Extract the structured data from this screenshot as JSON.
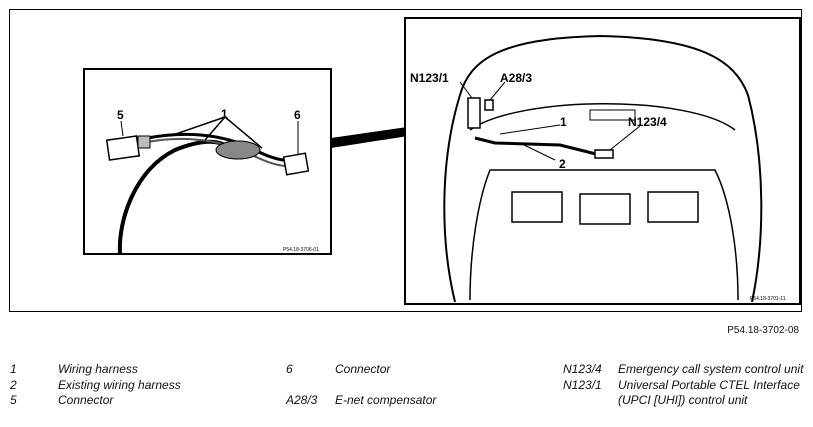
{
  "diagram": {
    "detail_labels": [
      "1",
      "5",
      "6"
    ],
    "detail_ref": "P54.18-3706-01",
    "car_labels": [
      "N123/1",
      "A28/3",
      "1",
      "N123/4",
      "2"
    ],
    "car_ref": "P54.18-3701-11"
  },
  "figure_id": "P54.18-3702-08",
  "legend": {
    "col1": [
      {
        "key": "1",
        "text": "Wiring harness"
      },
      {
        "key": "2",
        "text": "Existing wiring harness"
      },
      {
        "key": "5",
        "text": "Connector"
      }
    ],
    "col2": [
      {
        "key": "6",
        "text": "Connector"
      },
      {
        "key": "A28/3",
        "text": "E-net compensator"
      }
    ],
    "col3": [
      {
        "key": "N123/4",
        "text": "Emergency call system control unit"
      },
      {
        "key": "N123/1",
        "text": "Universal Portable CTEL Interface (UPCI [UHI]) control unit"
      }
    ]
  }
}
